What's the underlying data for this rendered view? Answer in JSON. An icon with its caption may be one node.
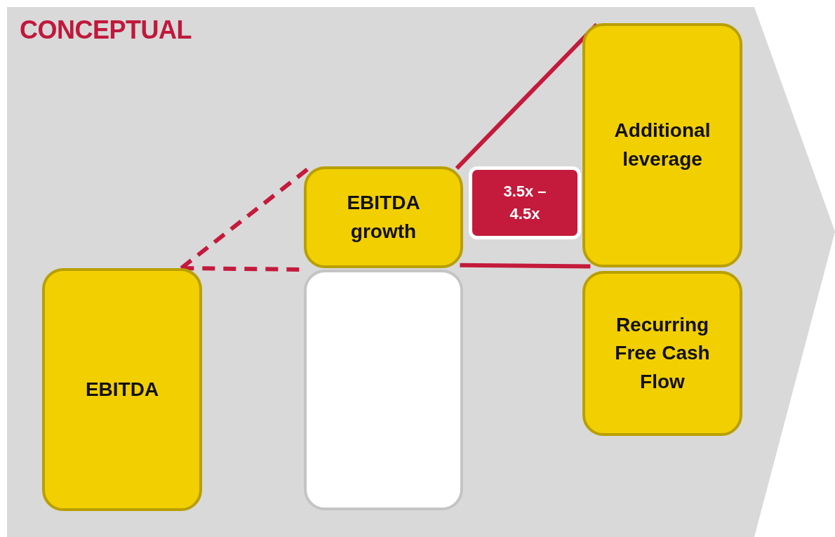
{
  "diagram": {
    "title": "CONCEPTUAL",
    "nodes": [
      {
        "text": [
          "EBITDA"
        ]
      },
      {
        "text": [
          "EBITDA growth"
        ]
      },
      {
        "text": [],
        "shape": "box"
      },
      {
        "text": [
          "3.5x – 4.5x"
        ]
      },
      {
        "text": [
          "Additional leverage"
        ]
      },
      {
        "text": [
          "Recurring Free Cash Flow"
        ]
      }
    ],
    "edges": [
      {
        "from": 0,
        "to": 1,
        "arrow": "none",
        "style": "dashed"
      },
      {
        "from": 0,
        "to": 2,
        "arrow": "none",
        "style": "dashed"
      },
      {
        "from": 1,
        "to": 4,
        "arrow": "none"
      },
      {
        "from": 1,
        "to": 4,
        "arrow": "none"
      }
    ]
  }
}
